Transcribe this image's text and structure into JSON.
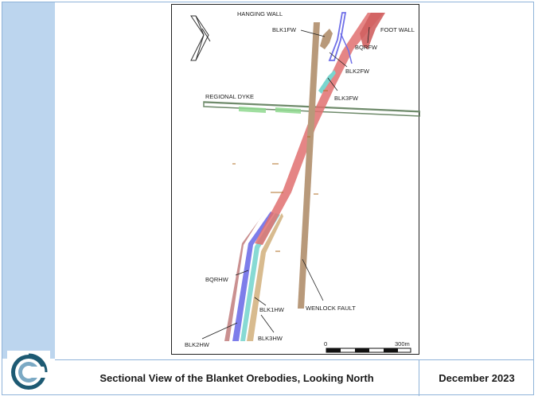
{
  "footer": {
    "title": "Sectional View of the Blanket Orebodies, Looking North",
    "date": "December 2023"
  },
  "figure": {
    "labels": {
      "hanging_wall": "HANGING WALL",
      "foot_wall": "FOOT WALL",
      "regional_dyke": "REGIONAL DYKE",
      "blk1fw": "BLK1FW",
      "bqrfw": "BQRFW",
      "blk2fw": "BLK2FW",
      "blk3fw": "BLK3FW",
      "bqrhw": "BQRHW",
      "blk1hw": "BLK1HW",
      "blk2hw": "BLK2HW",
      "blk3hw": "BLK3HW",
      "wenlock_fault": "WENLOCK FAULT"
    },
    "scale_bar": {
      "start_label": "0",
      "end_label": "300m"
    },
    "colors": {
      "fault": "#b8997a",
      "dyke_outline": "#6e8a6a",
      "dyke_fill": "#8fd88f",
      "bqr": "#e07070",
      "blk1": "#d4b483",
      "blk2": "#6f6fe8",
      "blk3": "#7ad6cf",
      "bqrhw": "#b86b6b"
    }
  },
  "logo": {
    "name": "company-logo-icon",
    "colors": [
      "#1d5a73",
      "#7ba9c4"
    ]
  }
}
